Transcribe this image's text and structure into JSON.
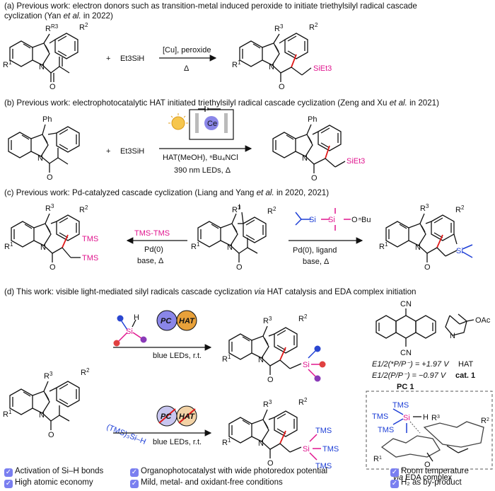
{
  "sections": {
    "a": {
      "prefix": "(a) Previous work: electron donors such as transition-metal induced peroxide to initiate triethylsilyl radical cascade",
      "line2_pre": "cyclization (Yan ",
      "etal": "et al.",
      "line2_post": " in 2022)",
      "reagent_plus": "+",
      "reagent": "Et3SiH",
      "cond_top": "[Cu], peroxide",
      "cond_bottom": "Δ",
      "prod_group": "SiEt3"
    },
    "b": {
      "text_pre": "(b) Previous work: electrophotocatalytic HAT initiated triethylsilyl radical cascade cyclization (Zeng and Xu ",
      "etal": "et al.",
      "text_post": " in 2021)",
      "sm_sub": "Ph",
      "prod_sub": "Ph",
      "reagent_plus": "+",
      "reagent": "Et3SiH",
      "cell_label": "Ce",
      "cond_1": "HAT(MeOH), ⁿBu₄NCl",
      "cond_2": "390 nm LEDs, Δ",
      "prod_group": "SiEt3"
    },
    "c": {
      "text": "(c) Previous work: Pd-catalyzed cascade cyclization (Liang and Yang ",
      "etal": "et al.",
      "text_post": " in 2020, 2021)",
      "sm_halogen": "I",
      "left_reagent": "TMS-TMS",
      "left_cond_1": "Pd(0)",
      "left_cond_2": "base, Δ",
      "left_prod_tms1": "TMS",
      "left_prod_tms2": "TMS",
      "right_reagent_o": "O",
      "right_reagent_bu": "ⁿBu",
      "right_reagent_si1": "Si",
      "right_reagent_si2": "Si",
      "right_cond_1": "Pd(0),  ligand",
      "right_cond_2": "base, Δ",
      "right_prod_si": "Si"
    },
    "d": {
      "text_pre": "(d) This work: visible light-mediated silyl radicals cascade cyclization ",
      "via": "via",
      "text_post": " HAT catalysis and EDA complex initiation",
      "pc_badge": "PC",
      "hat_badge": "HAT",
      "cond_top": "blue LEDs, r.t.",
      "cond_bottom": "blue LEDs, r.t.",
      "reagent_silane_si": "Si",
      "reagent_silane_h": "H",
      "reagent_tms3": "(TMS)₃Si–H",
      "prod_tms": [
        "TMS",
        "TMS",
        "TMS"
      ],
      "prod_si": "Si",
      "pc_cn_top": "CN",
      "pc_cn_bottom": "CN",
      "pc_e1": "E1/2(*P/P⁻) = +1.97 V",
      "pc_e2": "E1/2(P/P⁻) = −0.97 V",
      "pc_name": "PC 1",
      "hat_name": "HAT",
      "hat_cat": "cat. 1",
      "hat_oac": "OAc",
      "hat_n": "N",
      "eda_tms": [
        "TMS",
        "TMS",
        "TMS"
      ],
      "eda_si": "Si",
      "eda_h": "H",
      "eda_caption_via": "via",
      "eda_caption": " EDA complex"
    }
  },
  "labels": {
    "r1": "R1",
    "r2": "R2",
    "r3": "R3",
    "n": "N",
    "o": "O"
  },
  "features": [
    "Activation of Si–H bonds",
    "Organophotocatalyst with wide photoredox potential",
    "Room temperature",
    "High atomic economy",
    "Mild, metal- and oxidant-free conditions",
    "H₂ as by-product"
  ],
  "colors": {
    "bond_highlight": "#e01919",
    "silyl_pink": "#e0158e",
    "silyl_blue": "#1e3fd6",
    "pc_badge": "#8a86e8",
    "hat_badge": "#e8a13a",
    "check": "#7a7ff0"
  }
}
